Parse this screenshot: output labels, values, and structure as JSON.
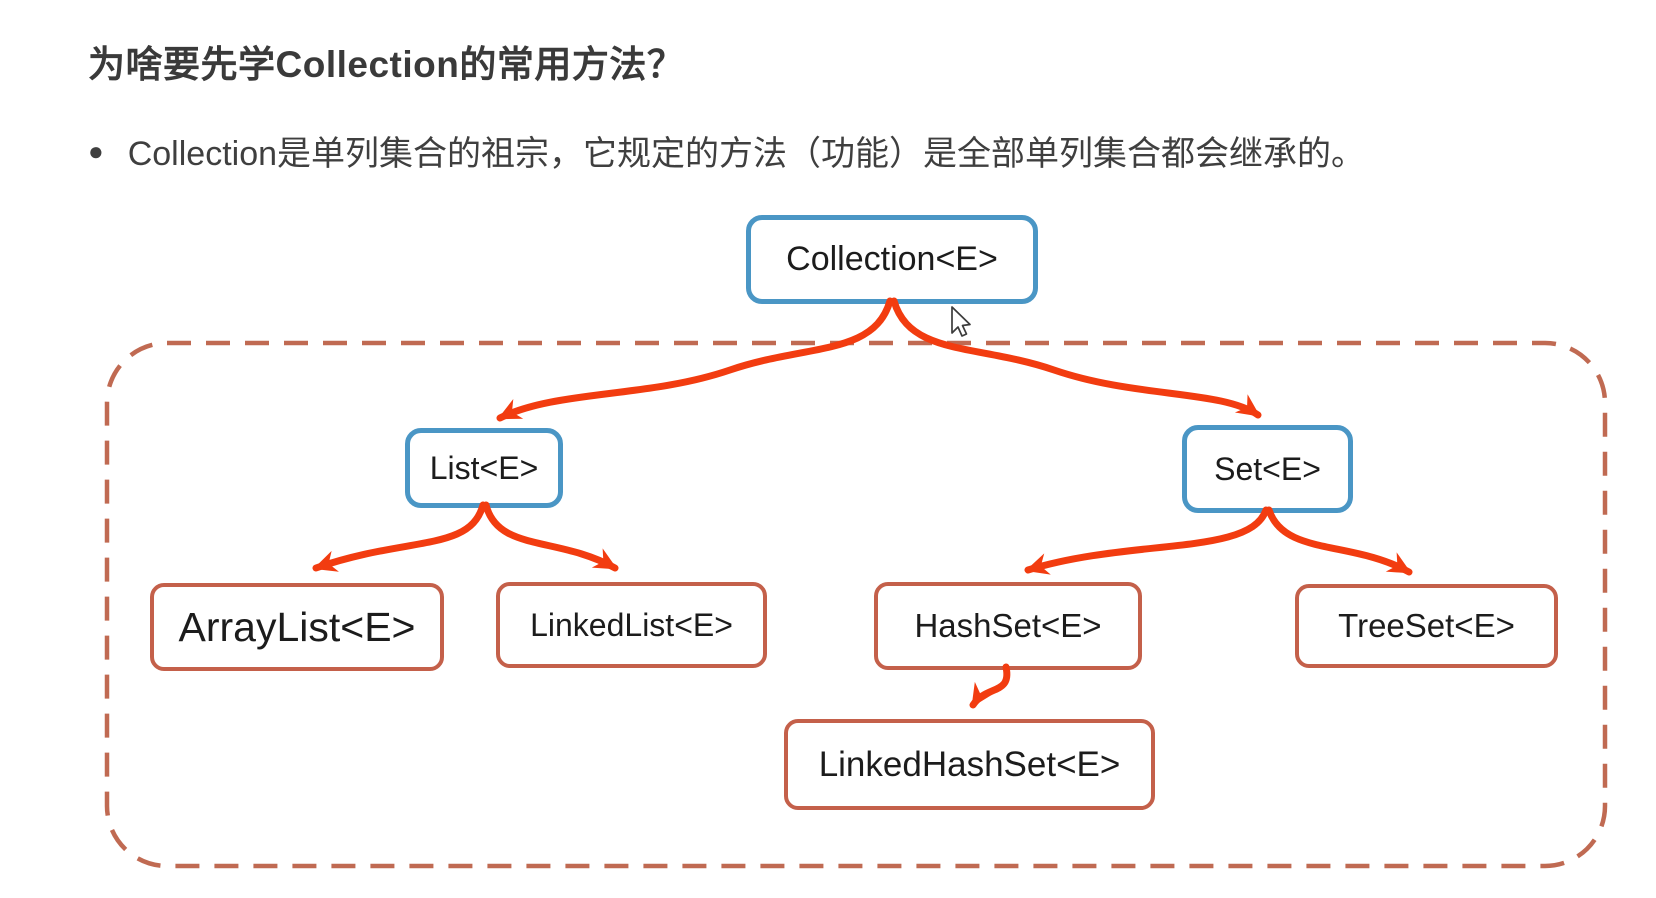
{
  "page": {
    "title": "为啥要先学Collection的常用方法？",
    "bullet_marker": "●",
    "bullet_text": "Collection是单列集合的祖宗，它规定的方法（功能）是全部单列集合都会继承的。"
  },
  "diagram": {
    "nodes": {
      "collection": {
        "label": "Collection<E>",
        "style": "blue"
      },
      "list": {
        "label": "List<E>",
        "style": "blue"
      },
      "set": {
        "label": "Set<E>",
        "style": "blue"
      },
      "arraylist": {
        "label": "ArrayList<E>",
        "style": "red"
      },
      "linkedlist": {
        "label": "LinkedList<E>",
        "style": "red"
      },
      "hashset": {
        "label": "HashSet<E>",
        "style": "red"
      },
      "treeset": {
        "label": "TreeSet<E>",
        "style": "red"
      },
      "linkedhashset": {
        "label": "LinkedHashSet<E>",
        "style": "red"
      }
    },
    "edges": [
      {
        "from": "collection",
        "to": "list"
      },
      {
        "from": "collection",
        "to": "set"
      },
      {
        "from": "list",
        "to": "arraylist"
      },
      {
        "from": "list",
        "to": "linkedlist"
      },
      {
        "from": "set",
        "to": "hashset"
      },
      {
        "from": "set",
        "to": "treeset"
      },
      {
        "from": "hashset",
        "to": "linkedhashset"
      }
    ],
    "colors": {
      "blue": "#4a96c5",
      "red": "#c4604a",
      "arrow": "#f23c10",
      "dashed": "#c06a52",
      "text": "#1c1c1c",
      "title": "#3a3a3a"
    }
  },
  "cursor": {
    "icon": "arrow-pointer"
  }
}
